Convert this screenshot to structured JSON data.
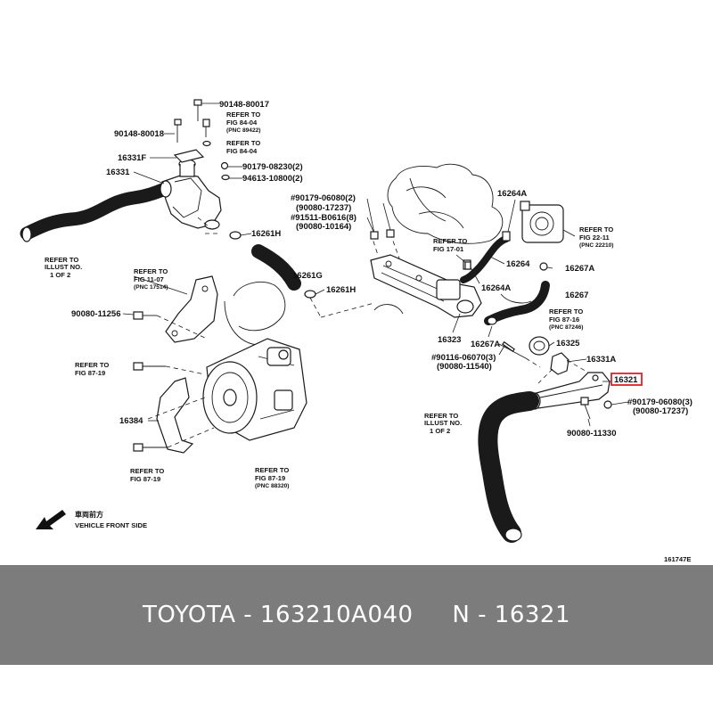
{
  "labels": {
    "l90148_80017": "90148-80017",
    "l90148_80018": "90148-80018",
    "ref84_a_1": "REFER TO",
    "ref84_a_2": "FIG 84-04",
    "ref84_a_3": "(PNC 89422)",
    "ref84_b_1": "REFER TO",
    "ref84_b_2": "FIG 84-04",
    "l16331F": "16331F",
    "l16331": "16331",
    "l90179_08230": "90179-08230(2)",
    "l94613_10800": "94613-10800(2)",
    "l16261H_a": "16261H",
    "l16261G": "16261G",
    "l16261H_b": "16261H",
    "ill_left_1": "REFER TO",
    "ill_left_2": "ILLUST NO.",
    "ill_left_3": "1 OF 2",
    "ref11_1": "REFER TO",
    "ref11_2": "FIG 11-07",
    "ref11_3": "(PNC 17514)",
    "l90080_11256": "90080-11256",
    "ref87a_1": "REFER TO",
    "ref87a_2": "FIG 87-19",
    "l16384": "16384",
    "ref87b_1": "REFER TO",
    "ref87b_2": "FIG 87-19",
    "ref87c_1": "REFER TO",
    "ref87c_2": "FIG 87-19",
    "ref87c_3": "(PNC 88320)",
    "l90179_06080_top": "#90179-06080(2)",
    "l90080_17237_top": "(90080-17237)",
    "l91511": "#91511-B0616(8)",
    "l90080_10164": "(90080-10164)",
    "ref17_1": "REFER TO",
    "ref17_2": "FIG 17-01",
    "l16264A_top": "16264A",
    "l16264": "16264",
    "l16264A_mid": "16264A",
    "ref22_1": "REFER TO",
    "ref22_2": "FIG 22-11",
    "ref22_3": "(PNC 22210)",
    "l16267A_top": "16267A",
    "l16267": "16267",
    "ref8716_1": "REFER TO",
    "ref8716_2": "FIG 87-16",
    "ref8716_3": "(PNC 87246)",
    "l16323": "16323",
    "l16267A_bot": "16267A",
    "l16325": "16325",
    "l90116": "#90116-06070(3)",
    "l90080_11540": "(90080-11540)",
    "l16331A": "16331A",
    "l16321": "16321",
    "l90179_06080_bot": "#90179-06080(3)",
    "l90080_17237_bot": "(90080-17237)",
    "l90080_11330": "90080-11330",
    "ill_right_1": "REFER TO",
    "ill_right_2": "ILLUST NO.",
    "ill_right_3": "1 OF 2",
    "front_cn": "車両前方",
    "front_en": "VEHICLE FRONT SIDE",
    "diagram_id": "161747E"
  },
  "footer": {
    "brand": "TOYOTA",
    "part_number": "163210A040",
    "ref_label": "N",
    "ref_number": "16321",
    "text": "TOYOTA - 163210A040     N - 16321"
  },
  "colors": {
    "highlight": "#e0202a",
    "footer_bg": "#7c7c7c",
    "footer_text": "#ffffff"
  }
}
